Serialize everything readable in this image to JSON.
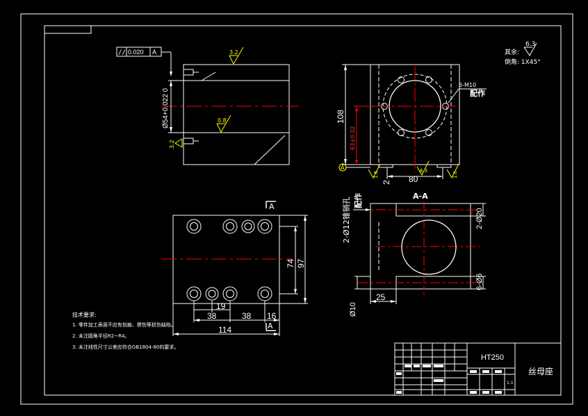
{
  "colors": {
    "background": "#000000",
    "line": "#ffffff",
    "center_line": "#ff0000",
    "roughness": "#ffff00"
  },
  "front_view": {
    "tolerance_frame": {
      "symbol": "//",
      "value": "0.020",
      "datum": "A"
    },
    "roughness_top": "3.2",
    "roughness_mid": "0.8",
    "roughness_left": "3.2",
    "diameter_label": "Ø54+0.022 0"
  },
  "side_view": {
    "height_dim": "108",
    "center_dim": "63±0.02",
    "width_dim": "80",
    "bottom_dim": "2",
    "thread_label": "6-M10",
    "match_label": "配作",
    "datum_label": "A",
    "roughness_1": "1.6",
    "roughness_2": "6.3",
    "roughness_3": "1.6"
  },
  "top_view": {
    "section_mark_top": "A",
    "section_mark_bottom": "A",
    "dim_74": "74",
    "dim_97": "97",
    "dim_19": "19",
    "dim_38a": "38",
    "dim_38b": "38",
    "dim_16": "16",
    "dim_114": "114"
  },
  "section_view": {
    "title": "A-A",
    "pin_label": "2-Ø12锥销孔",
    "pin_match": "配作",
    "dim_20": "2-Ø20",
    "dim_m6": "6-Ø6",
    "dim_25": "25",
    "dim_10": "Ø10"
  },
  "roughness_note": {
    "prefix": "其余:",
    "value": "6.3",
    "chamfer": "倒角: 1X45°"
  },
  "tech_notes": {
    "title": "技术要求:",
    "items": [
      "1. 零件加工表面不应有划痕、擦伤等损伤缺陷。",
      "2. 未注圆角半径R2~R4。",
      "3. 未注线性尺寸公差应符合GB1804-80的要求。"
    ]
  },
  "title_block": {
    "material": "HT250",
    "part_name": "丝母座",
    "scale": "1:1"
  }
}
